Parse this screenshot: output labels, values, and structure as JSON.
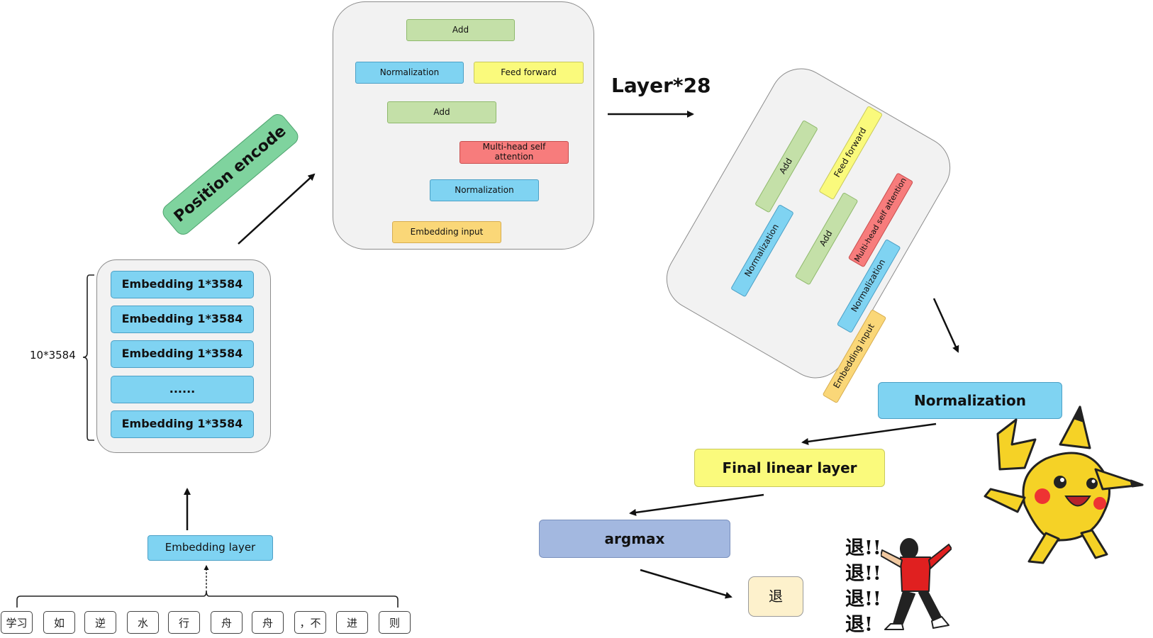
{
  "tokens": [
    "学习",
    "如",
    "逆",
    "水",
    "行",
    "舟",
    "舟",
    "，不",
    "进",
    "则"
  ],
  "embedding_layer": "Embedding layer",
  "embedding_rows": [
    "Embedding 1*3584",
    "Embedding 1*3584",
    "Embedding 1*3584",
    "......",
    "Embedding 1*3584"
  ],
  "matrix_size": "10*3584",
  "position_encode": "Position encode",
  "block": {
    "add_top": "Add",
    "normalization": "Normalization",
    "feed_forward": "Feed forward",
    "add_mid": "Add",
    "multi_head": "Multi-head self attention",
    "normalization_low": "Normalization",
    "embedding_input": "Embedding input"
  },
  "layers_label": "Layer*28",
  "rotated_block": {
    "add": "Add",
    "feed_forward": "Feed forward",
    "normalization_a": "Normalization",
    "add_b": "Add",
    "multi_head": "Multi-head self attention",
    "normalization_b": "Normalization",
    "embedding_input": "Embedding input"
  },
  "final_norm": "Normalization",
  "final_linear": "Final linear layer",
  "argmax": "argmax",
  "output_token": "退",
  "meme_text": [
    "退!!",
    "退!!",
    "退!!",
    "退!"
  ]
}
